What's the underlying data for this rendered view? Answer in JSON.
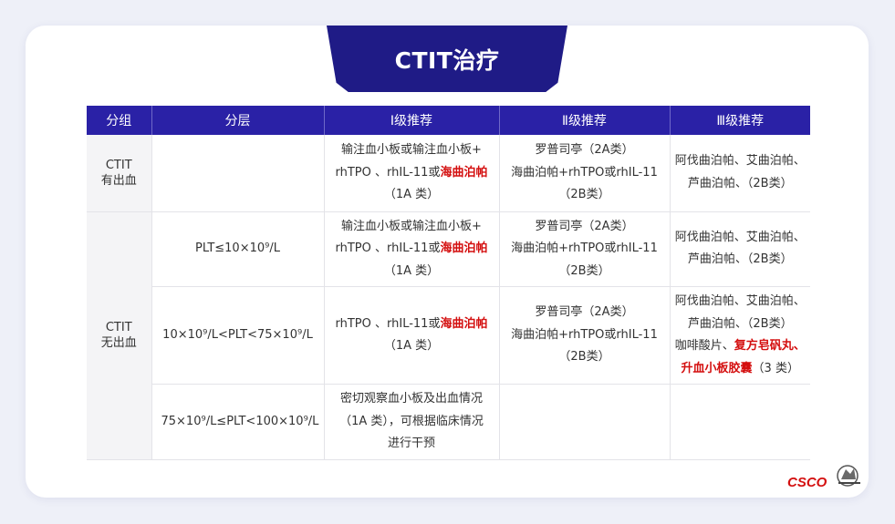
{
  "title": "CTIT治疗",
  "headers": [
    "分组",
    "分层",
    "Ⅰ级推荐",
    "Ⅱ级推荐",
    "Ⅲ级推荐"
  ],
  "groups": {
    "bleeding_line1": "CTIT",
    "bleeding_line2": "有出血",
    "nobleeding_line1": "CTIT",
    "nobleeding_line2": "无出血"
  },
  "rows": [
    {
      "layer": "",
      "lvl1": [
        "输注血小板或输注血小板+",
        "rhTPO 、rhIL-11或",
        "海曲泊帕",
        "（1A 类）"
      ],
      "lvl2": [
        "罗普司亭（2A类）",
        "海曲泊帕+rhTPO或rhIL-11",
        "（2B类）"
      ],
      "lvl3": [
        "阿伐曲泊帕、艾曲泊帕、",
        "芦曲泊帕、（2B类）"
      ]
    },
    {
      "layer": "PLT≤10×10⁹/L",
      "lvl1": [
        "输注血小板或输注血小板+",
        "rhTPO 、rhIL-11或",
        "海曲泊帕",
        "（1A 类）"
      ],
      "lvl2": [
        "罗普司亭（2A类）",
        "海曲泊帕+rhTPO或rhIL-11",
        "（2B类）"
      ],
      "lvl3": [
        "阿伐曲泊帕、艾曲泊帕、",
        "芦曲泊帕、（2B类）"
      ]
    },
    {
      "layer": "10×10⁹/L<PLT<75×10⁹/L",
      "lvl1": [
        "rhTPO 、rhIL-11或",
        "海曲泊帕",
        "（1A 类）"
      ],
      "lvl2": [
        "罗普司亭（2A类）",
        "海曲泊帕+rhTPO或rhIL-11",
        "（2B类）"
      ],
      "lvl3": [
        "阿伐曲泊帕、艾曲泊帕、",
        "芦曲泊帕、（2B类）",
        "咖啡酸片、",
        "复方皂矾丸、",
        "升血小板胶囊",
        "（3 类）"
      ]
    },
    {
      "layer": "75×10⁹/L≤PLT<100×10⁹/L",
      "lvl1": [
        "密切观察血小板及出血情况",
        "（1A 类），可根据临床情况",
        "进行干预"
      ],
      "lvl2": [],
      "lvl3": []
    }
  ],
  "logo_text": "CSCO",
  "colors": {
    "header_bg": "#2a21a6",
    "title_bg": "#1f1b86",
    "highlight": "#d40f0f"
  }
}
